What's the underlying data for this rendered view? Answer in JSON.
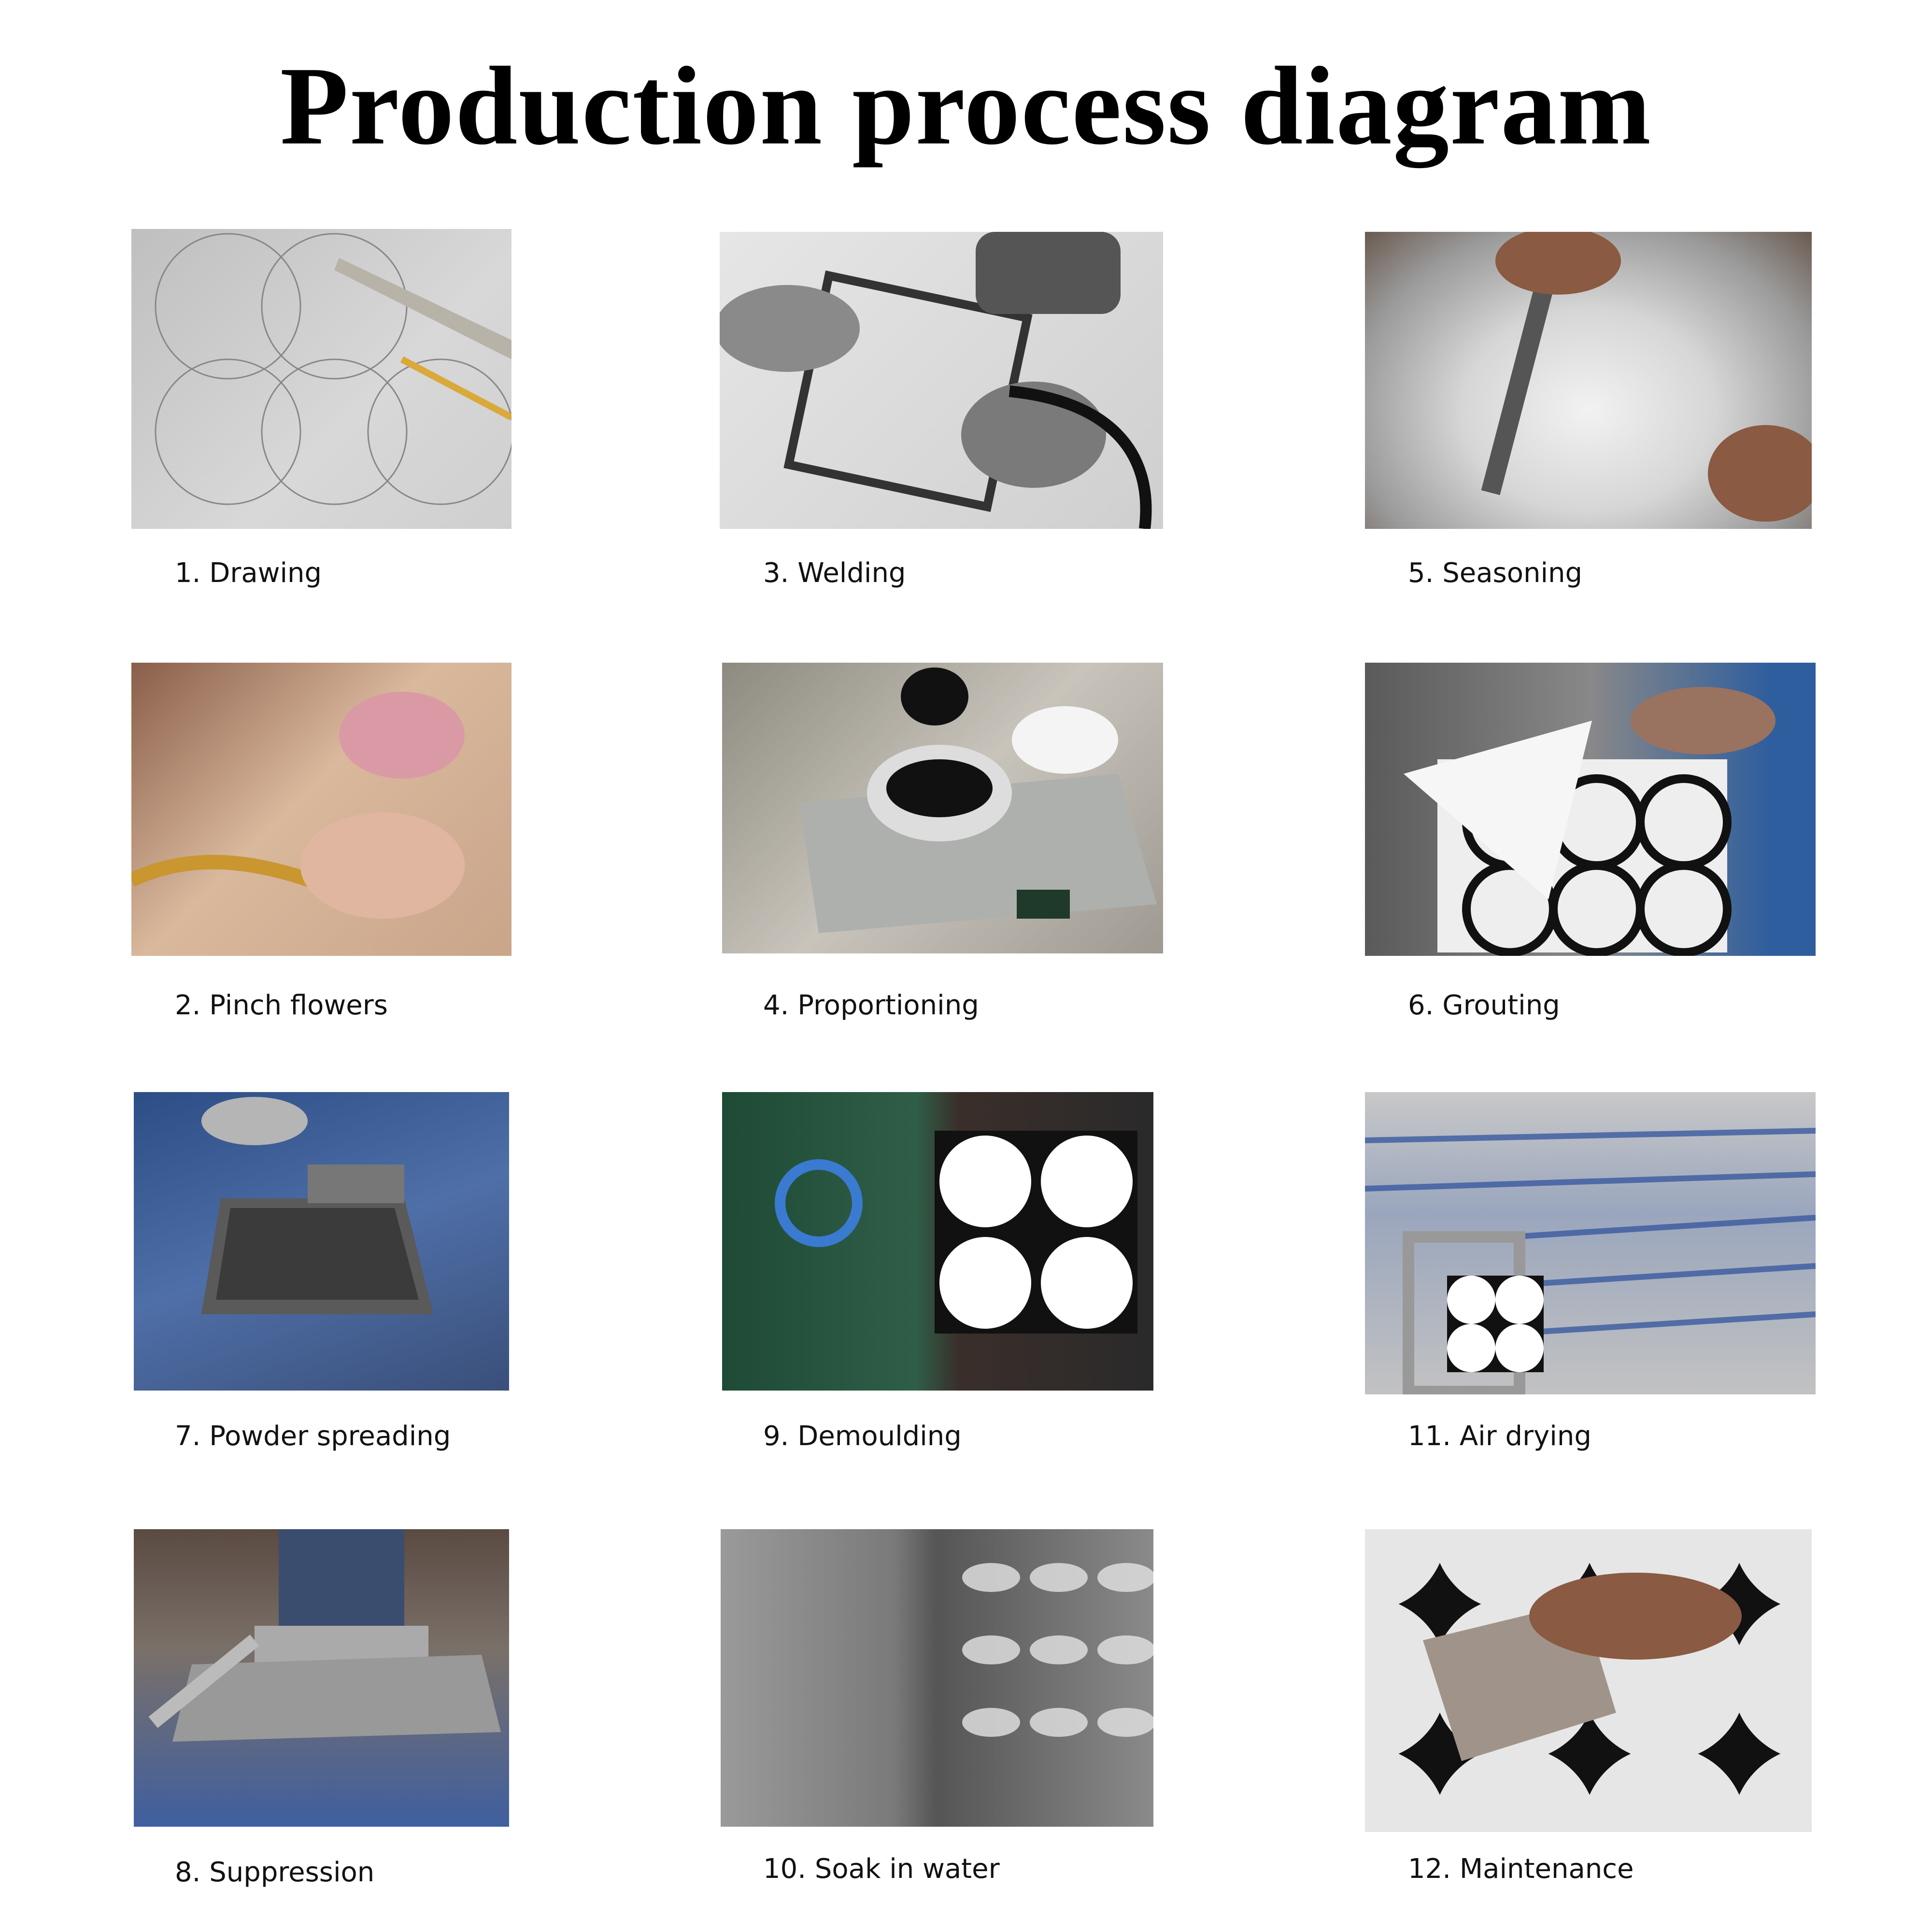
{
  "title": "Production process diagram",
  "steps": [
    {
      "label": "1. Drawing"
    },
    {
      "label": "2. Pinch flowers"
    },
    {
      "label": "3. Welding"
    },
    {
      "label": "4. Proportioning"
    },
    {
      "label": "5. Seasoning"
    },
    {
      "label": "6. Grouting"
    },
    {
      "label": "7. Powder spreading"
    },
    {
      "label": "8. Suppression"
    },
    {
      "label": "9. Demoulding"
    },
    {
      "label": "10. Soak in water"
    },
    {
      "label": "11. Air drying"
    },
    {
      "label": "12. Maintenance"
    }
  ]
}
